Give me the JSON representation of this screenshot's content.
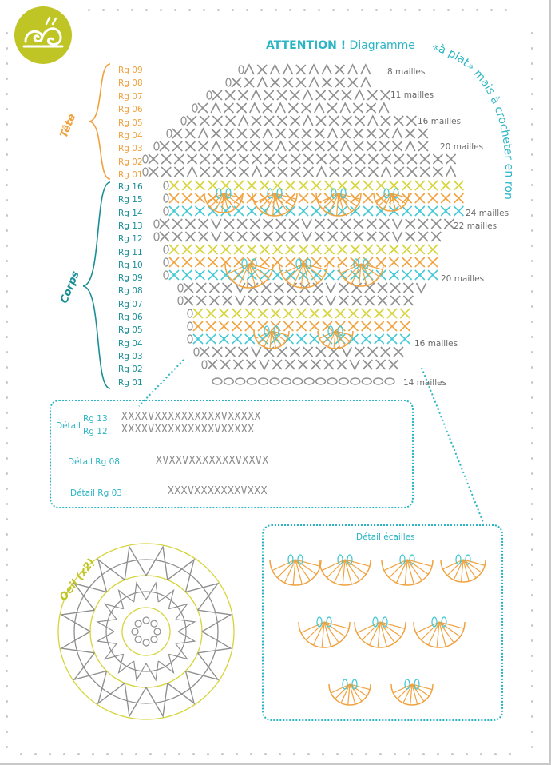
{
  "attention": {
    "strong": "ATTENTION !",
    "prefix": "Diagramme",
    "curve": "«à plat» mais à crocheter en rond !"
  },
  "groups": {
    "head": "Tête",
    "body": "Corps",
    "eye": "Oeil (x2)"
  },
  "head_rows": [
    "Rg 09",
    "Rg 08",
    "Rg 07",
    "Rg 06",
    "Rg 05",
    "Rg 04",
    "Rg 03",
    "Rg 02",
    "Rg 01"
  ],
  "body_rows": [
    "Rg 16",
    "Rg 15",
    "Rg 14",
    "Rg 13",
    "Rg 12",
    "Rg 11",
    "Rg 10",
    "Rg 09",
    "Rg 08",
    "Rg 07",
    "Rg 06",
    "Rg 05",
    "Rg 04",
    "Rg 03",
    "Rg 02",
    "Rg 01"
  ],
  "counts": {
    "c8": "8 mailles",
    "c11": "11 mailles",
    "c16a": "16 mailles",
    "c20a": "20 mailles",
    "c24": "24 mailles",
    "c22": "22 mailles",
    "c20b": "20 mailles",
    "c16b": "16 mailles",
    "c14": "14 mailles"
  },
  "details": {
    "label": "Détail",
    "rg13": "Rg 13",
    "rg12": "Rg 12",
    "rg08": "Détail Rg 08",
    "rg03": "Détail Rg 03",
    "row13": "XXXXVXXXXXXXXXXVXXXXX",
    "row12": "XXXXVXXXXXXXXXVXXXXX",
    "row08": "XVXXVXXXXXXXVXXVX",
    "row03": "XXXVXXXXXXXVXXX",
    "scales": "Détail écailles"
  },
  "colors": {
    "orange": "#f1a23e",
    "yellow": "#d6d43a",
    "cyan": "#43c9d4",
    "grey": "#8f8f8f",
    "teal": "#1a8f96",
    "logo": "#bfc524"
  }
}
